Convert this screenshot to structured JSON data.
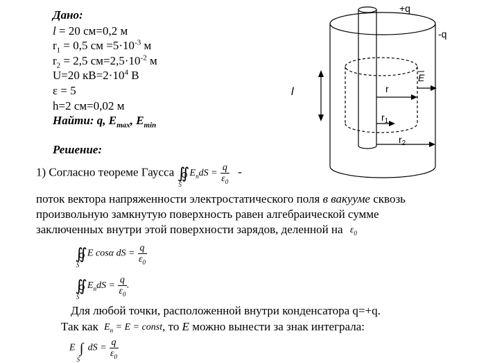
{
  "given": {
    "heading": "Дано:",
    "lines": {
      "l_sym": "l",
      "l_val": " = 20 см=0,2 м",
      "r1_a": "r",
      "r1_sub": "1",
      "r1_b": " = 0,5 см =5·10",
      "r1_exp": "-3",
      "r1_c": " м",
      "r2_a": "r",
      "r2_sub": "2",
      "r2_b": " = 2,5 см=2,5·10",
      "r2_exp": "-2",
      "r2_c": " м",
      "u_a": "U=20 кВ=2·10",
      "u_exp": "4",
      "u_b": " В",
      "eps": "ε = 5",
      "h": "h=2 см=0,02 м"
    },
    "find_label": "Найти: ",
    "find_q": "q, E",
    "find_max": "max",
    "find_sep": ", E",
    "find_min": "min"
  },
  "solution": {
    "heading": "Решение:",
    "line1": "1) Согласно теореме Гаусса",
    "dash": "-",
    "para1": "поток вектора напряженности электростатического поля ",
    "para1_it": "в вакууме",
    "para1_end": " сквозь",
    "para2": "произвольную замкнутую поверхность равен алгебраической сумме",
    "para3": "заключенных внутри этой поверхности зарядов, деленной на",
    "line_inside": "Для любой точки, расположенной внутри конденсатора q=+q.",
    "line_since_a": "Так как",
    "line_since_b": ", то",
    "line_since_E": "E",
    "line_since_c": " можно вынести за знак  интеграла:"
  },
  "math": {
    "S": "S",
    "En": "E",
    "n": "n",
    "dS": "dS =",
    "q": "q",
    "eps0": "ε",
    "zero": "0",
    "Ecos": "E cosα dS =",
    "dot": ".",
    "en_const": "E",
    "en_const_n": "n",
    "en_const_rest": " = E = const",
    "E_int": "E",
    "int": "∫",
    "oint": "∬"
  },
  "figure": {
    "label_plus_q": "+q",
    "label_minus_q": "-q",
    "label_E": "E",
    "label_r": "r",
    "label_r1": "r",
    "label_r1_sub": "1",
    "label_r2": "r",
    "label_r2_sub": "2",
    "label_l": "l"
  }
}
